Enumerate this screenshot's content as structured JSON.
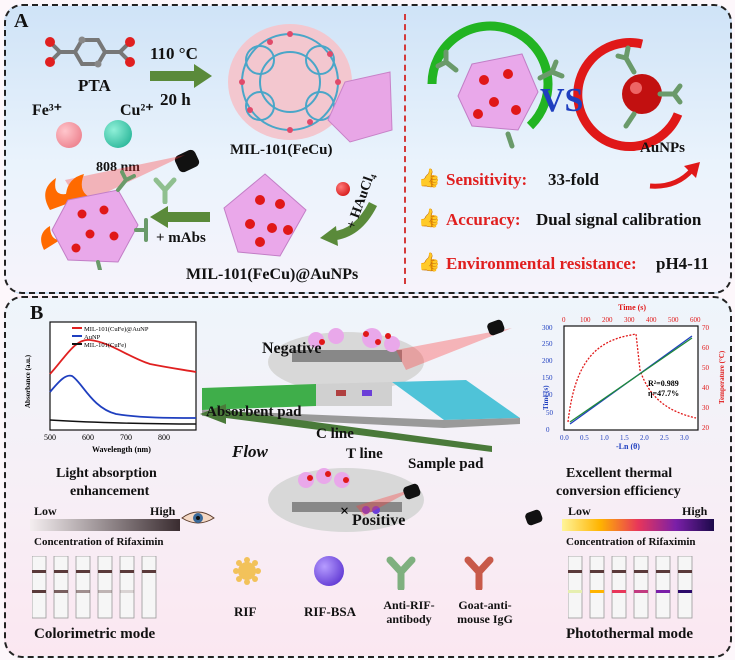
{
  "panel_a": {
    "label": "A",
    "pta_label": "PTA",
    "fe_label": "Fe³⁺",
    "cu_label": "Cu²⁺",
    "temp_label": "110 °C",
    "time_label": "20 h",
    "mof_label": "MIL-101(FeCu)",
    "laser_label": "808 nm",
    "mabs_label": "+ mAbs",
    "haucl_label": "+ HAuCl₄",
    "composite_label": "MIL-101(FeCu)@AuNPs",
    "vs_label": "VS",
    "aunps_label": "AuNPs",
    "benefits": [
      {
        "key": "Sensitivity:",
        "value": "33-fold"
      },
      {
        "key": "Accuracy:",
        "value": "Dual signal calibration"
      },
      {
        "key": "Environmental resistance:",
        "value": "pH4-11"
      }
    ]
  },
  "panel_b": {
    "label": "B",
    "absorption_chart": {
      "legend": [
        "MIL-101(CuFe)@AuNP",
        "AuNP",
        "MIL-101(CuFe)"
      ],
      "ylabel": "Absorbance (a.u.)",
      "xlabel": "Wavelength (nm)",
      "xticks": [
        "500",
        "600",
        "700",
        "800"
      ],
      "colors": [
        "#e02020",
        "#1f3fbf",
        "#111111"
      ]
    },
    "light_caption_1": "Light absorption",
    "light_caption_2": "enhancement",
    "negative_label": "Negative",
    "positive_label": "Positive",
    "absorbent_pad": "Absorbent pad",
    "c_line": "C line",
    "t_line": "T line",
    "sample_pad": "Sample pad",
    "flow_label": "Flow",
    "thermal_chart": {
      "top_axis_label": "Time (s)",
      "top_ticks": [
        "0",
        "100",
        "200",
        "300",
        "400",
        "500",
        "600"
      ],
      "left_ticks": [
        "0",
        "50",
        "100",
        "150",
        "200",
        "250",
        "300"
      ],
      "left_label": "Time (s)",
      "right_ticks": [
        "20",
        "30",
        "40",
        "50",
        "60",
        "70"
      ],
      "right_label": "Temperature (°C)",
      "bottom_ticks": [
        "0.0",
        "0.5",
        "1.0",
        "1.5",
        "2.0",
        "2.5",
        "3.0"
      ],
      "bottom_label": "-Ln (θ)",
      "r2": "R²=0.989",
      "eta": "η=47.7%"
    },
    "thermal_caption_1": "Excellent thermal",
    "thermal_caption_2": "conversion efficiency",
    "scale_low": "Low",
    "scale_high": "High",
    "concentration_label": "Concentration of Rifaximin",
    "colorimetric_mode": "Colorimetric mode",
    "photothermal_mode": "Photothermal mode",
    "legend_items": [
      "RIF",
      "RIF-BSA",
      "Anti-RIF-antibody",
      "Goat-anti-mouse IgG"
    ]
  }
}
